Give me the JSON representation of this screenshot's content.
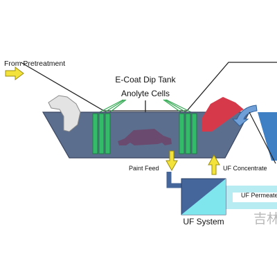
{
  "labels": {
    "from_pretreatment": "From Pretreatment",
    "tank_title": "E-Coat Dip Tank",
    "anolyte_cells": "Anolyte Cells",
    "paint_feed": "Paint Feed",
    "uf_concentrate": "UF Concentrate",
    "uf_permeate": "UF Permeate",
    "uf_system": "UF System"
  },
  "watermark": "吉林",
  "colors": {
    "tank_fill": "#5c6e8e",
    "tank_edge": "#3a4660",
    "anolyte_cell": "#33bb6a",
    "anolyte_line": "#2fa84f",
    "arrow_yellow": "#f2e23a",
    "uf_box": "#44669a",
    "uf_light": "#7fe6ee",
    "permeate_pipe": "#b7ecf2",
    "car_dark": "#6a4a6e",
    "car_red": "#d63a4a",
    "car_white": "#e3e3e3",
    "rinse_tank": "#3f7fc4",
    "conveyor": "#222222"
  },
  "icons": [
    "yellow-arrow-icon",
    "car-body-icon",
    "curved-blue-arrow-icon"
  ]
}
